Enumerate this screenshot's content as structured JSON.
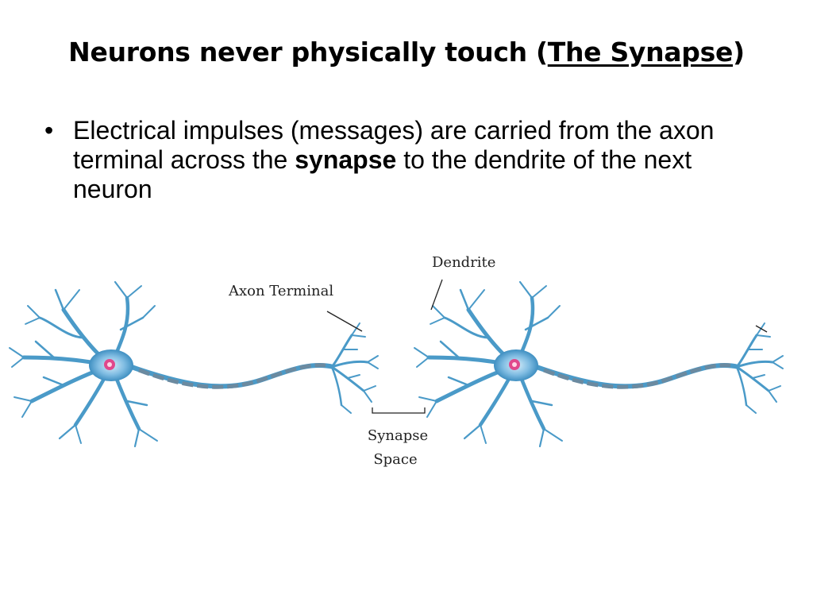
{
  "slide": {
    "title_prefix": "Neurons never physically touch (",
    "title_link": "The Synapse",
    "title_suffix": ")",
    "bullet_symbol": "•",
    "bullet_part1": "Electrical impulses (messages) are carried from the axon terminal across the ",
    "bullet_bold": "synapse",
    "bullet_part2": " to the dendrite of the next neuron"
  },
  "diagram": {
    "labels": {
      "axon_terminal": "Axon Terminal",
      "dendrite": "Dendrite",
      "synapse_line1": "Synapse",
      "synapse_line2": "Space"
    },
    "colors": {
      "neuron_blue": "#4a9ac8",
      "neuron_light": "#9cd0ee",
      "nucleus": "#e0488c",
      "myelin": "#6b8aa0"
    }
  }
}
